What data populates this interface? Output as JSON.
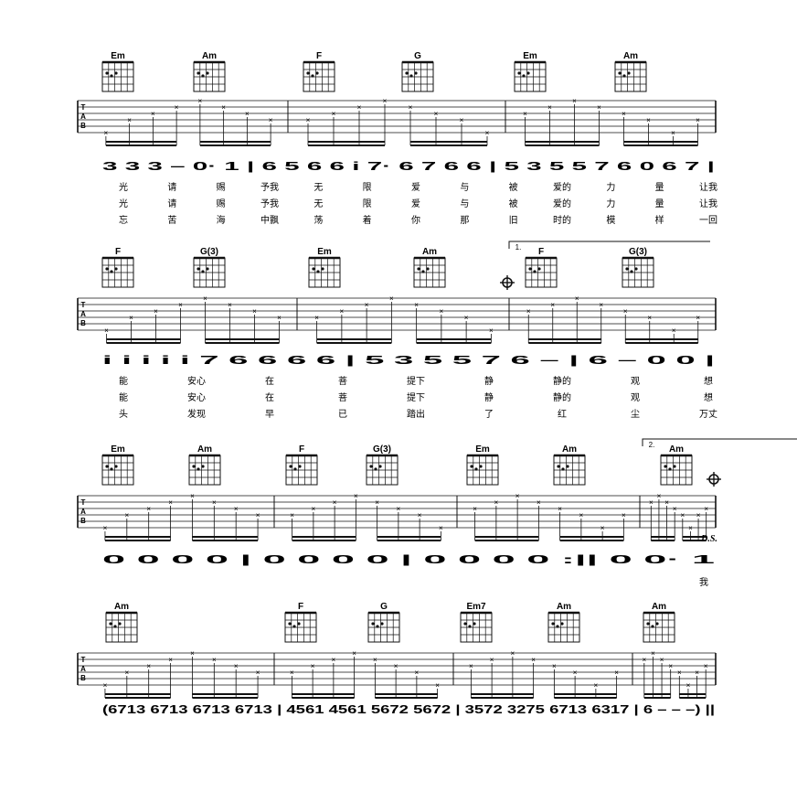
{
  "systems": [
    {
      "chords": [
        "Em",
        "Am",
        "F",
        "G",
        "Em",
        "Am"
      ],
      "notation": "3 3 3 – 0· 1 | 6 5 6 6 i 7· 6 7 6 6 | 5 3 5 5 7 6 0 6 7 |",
      "lyrics": [
        [
          "光",
          "请",
          "赐",
          "予我",
          "无",
          "限",
          "爱",
          "与",
          "被",
          "爱的",
          "力",
          "量",
          "让我"
        ],
        [
          "光",
          "请",
          "赐",
          "予我",
          "无",
          "限",
          "爱",
          "与",
          "被",
          "爱的",
          "力",
          "量",
          "让我"
        ],
        [
          "忘",
          "苦",
          "海",
          "中飘",
          "荡",
          "着",
          "你",
          "那",
          "旧",
          "时的",
          "模",
          "样",
          "一回"
        ]
      ]
    },
    {
      "chords": [
        "F",
        "G(3)",
        "Em",
        "Am",
        "F",
        "G(3)"
      ],
      "ending": "1.",
      "notation": "i i i i i 7 6 6 6 6 | 5 3 5 5 7 6 – | 6 – 0 0 |",
      "lyrics": [
        [
          "能",
          "安心",
          "在",
          "菩",
          "提下",
          "静",
          "静的",
          "观",
          "想"
        ],
        [
          "能",
          "安心",
          "在",
          "菩",
          "提下",
          "静",
          "静的",
          "观",
          "想"
        ],
        [
          "头",
          "发现",
          "早",
          "已",
          "踏出",
          "了",
          "红",
          "尘",
          "万丈"
        ]
      ]
    },
    {
      "chords": [
        "Em",
        "Am",
        "F",
        "G(3)",
        "Em",
        "Am",
        "Am"
      ],
      "ending": "2.",
      "ds": "D.S.",
      "notation": "0 0 0 0 | 0 0 0 0 | 0 0 0 0 :|| 0 0· 1",
      "lyric_last": "我"
    },
    {
      "chords": [
        "Am",
        "F",
        "G",
        "Em7",
        "Am",
        "Am"
      ],
      "notation": "(6713 6713 6713 6713 | 4561 4561 5672 5672 | 3572 3275 6713 6317 | 6 – – –) ||"
    }
  ],
  "tab_letters": [
    "T",
    "A",
    "B"
  ]
}
